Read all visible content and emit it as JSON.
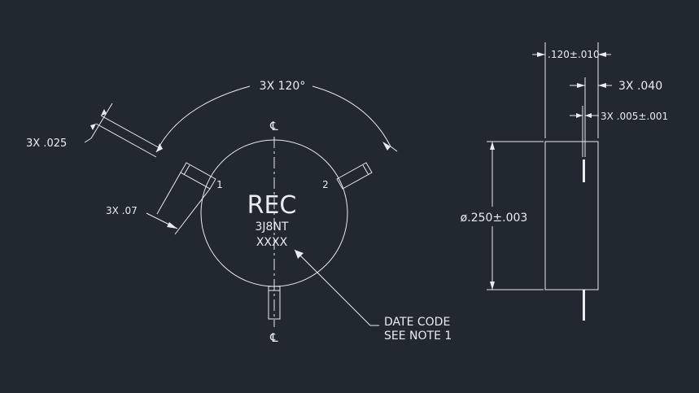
{
  "part": {
    "marking_line1": "REC",
    "marking_line2": "3J8NT",
    "marking_line3": "XXXX",
    "pin1_label": "1",
    "pin2_label": "2",
    "centerline_symbol": "℄"
  },
  "dimensions": {
    "angle": "3X 120°",
    "lead_width": "3X .025",
    "lead_length": "3X .07",
    "thickness": "120±.010",
    "lead_spacing": "3X .040",
    "lead_thickness": "3X .005±.001",
    "diameter": "ø.250±.003"
  },
  "notes": {
    "date_code_line1": "DATE CODE",
    "date_code_line2": "SEE NOTE 1"
  },
  "colors": {
    "background": "#212830",
    "lines": "#e8ecef"
  }
}
